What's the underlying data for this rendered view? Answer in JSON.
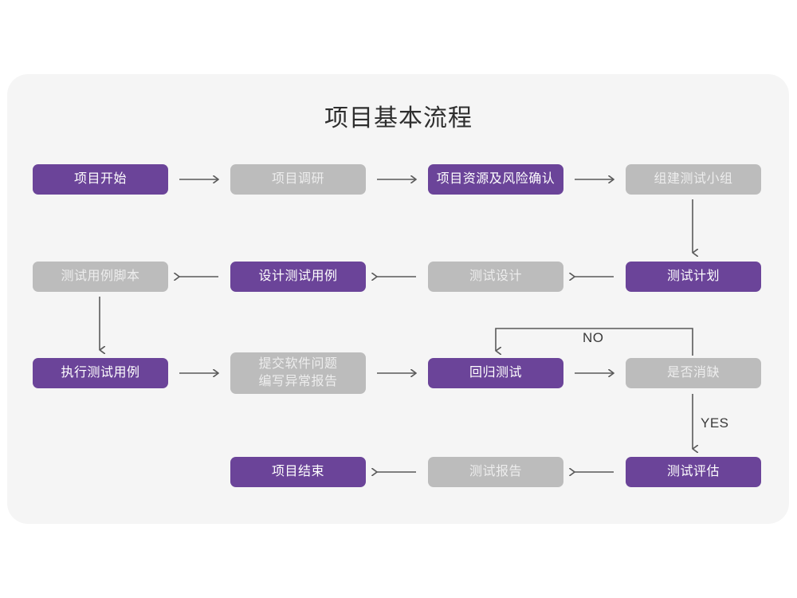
{
  "card": {
    "background": "#f5f5f5",
    "page_background": "#ffffff"
  },
  "title": "项目基本流程",
  "palette": {
    "purple": "#6b4499",
    "gray": "#bcbcbc",
    "purple_text": "#ffffff",
    "gray_text": "#ededed",
    "arrow": "#5a5a5a",
    "title_text": "#2e2e2e"
  },
  "nodes": [
    {
      "id": "n1",
      "label": "项目开始",
      "style": "purple",
      "row": 1,
      "col": 1
    },
    {
      "id": "n2",
      "label": "项目调研",
      "style": "gray",
      "row": 1,
      "col": 2
    },
    {
      "id": "n3",
      "label": "项目资源及风险确认",
      "style": "purple",
      "row": 1,
      "col": 3
    },
    {
      "id": "n4",
      "label": "组建测试小组",
      "style": "gray",
      "row": 1,
      "col": 4
    },
    {
      "id": "n5",
      "label": "测试用例脚本",
      "style": "gray",
      "row": 2,
      "col": 1
    },
    {
      "id": "n6",
      "label": "设计测试用例",
      "style": "purple",
      "row": 2,
      "col": 2
    },
    {
      "id": "n7",
      "label": "测试设计",
      "style": "gray",
      "row": 2,
      "col": 3
    },
    {
      "id": "n8",
      "label": "测试计划",
      "style": "purple",
      "row": 2,
      "col": 4
    },
    {
      "id": "n9",
      "label": "执行测试用例",
      "style": "purple",
      "row": 3,
      "col": 1
    },
    {
      "id": "n10",
      "label": "提交软件问题\n编写异常报告",
      "style": "gray",
      "row": 3,
      "col": 2
    },
    {
      "id": "n11",
      "label": "回归测试",
      "style": "purple",
      "row": 3,
      "col": 3
    },
    {
      "id": "n12",
      "label": "是否消缺",
      "style": "gray",
      "row": 3,
      "col": 4
    },
    {
      "id": "n13",
      "label": "项目结束",
      "style": "purple",
      "row": 4,
      "col": 2
    },
    {
      "id": "n14",
      "label": "测试报告",
      "style": "gray",
      "row": 4,
      "col": 3
    },
    {
      "id": "n15",
      "label": "测试评估",
      "style": "purple",
      "row": 4,
      "col": 4
    }
  ],
  "edge_labels": {
    "no": "NO",
    "yes": "YES"
  }
}
